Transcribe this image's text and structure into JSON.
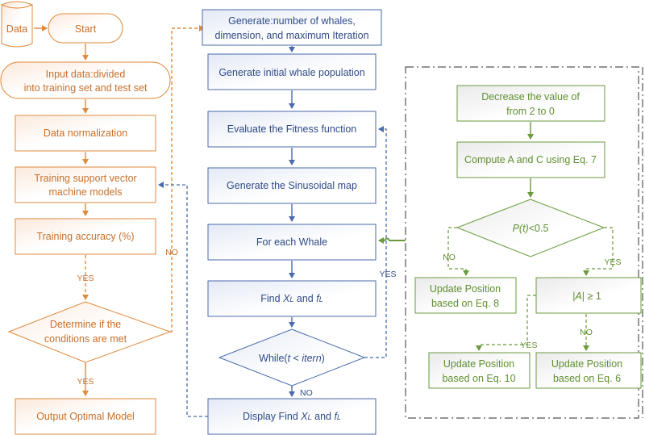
{
  "colors": {
    "orange": "#e08a3c",
    "orange_text": "#c8702a",
    "blue": "#4a6aab",
    "blue_text": "#2f4b86",
    "green": "#6a9a3c",
    "green_text": "#5f8f2f",
    "frame": "#555555"
  },
  "left_flow": {
    "data_store": "Data",
    "start": "Start",
    "input_line1": "Input data:divided",
    "input_line2": "into training set and test set",
    "normalization": "Data normalization",
    "training_line1": "Training support vector",
    "training_line2": "machine models",
    "accuracy": "Training accuracy (%)",
    "decision_line1": "Determine if the",
    "decision_line2": "conditions are met",
    "output": "Output Optimal Model",
    "yes_label_1": "YES",
    "yes_label_2": "YES",
    "no_label": "NO"
  },
  "middle_flow": {
    "generate_line1": "Generate:number of whales,",
    "generate_line2": "dimension, and maximum Iteration",
    "init_population": "Generate initial whale population",
    "evaluate": "Evaluate the Fitness function",
    "sinusoidal": "Generate the Sinusoidal map",
    "for_each": "For each Whale",
    "find_prefix": "Find ",
    "find_x": "X",
    "find_x_sub": "L",
    "find_and": " and ",
    "find_f": "f",
    "find_f_sub": "L",
    "while_prefix": "While(",
    "while_t": "t",
    "while_op": " < ",
    "while_itern": "itern",
    "while_suffix": ")",
    "display_prefix": "Display Find ",
    "yes_label": "YES",
    "no_label": "NO"
  },
  "right_flow": {
    "decrease_line1": "Decrease the value of",
    "decrease_line2": "from 2 to 0",
    "compute": "Compute A and C using Eq. 7",
    "p_condition_italic": "P(t)",
    "p_condition_rest": "<0.5",
    "eq8_line1": "Update Position",
    "eq8_line2": "based on Eq. 8",
    "a_condition_pre": "|",
    "a_condition_var": "A",
    "a_condition_post": "| ≥ 1",
    "eq10_line1": "Update Position",
    "eq10_line2": "based on Eq. 10",
    "eq6_line1": "Update Position",
    "eq6_line2": "based on Eq. 6",
    "no_label_1": "NO",
    "yes_label_1": "YES",
    "yes_label_2": "YES",
    "no_label_2": "NO"
  }
}
